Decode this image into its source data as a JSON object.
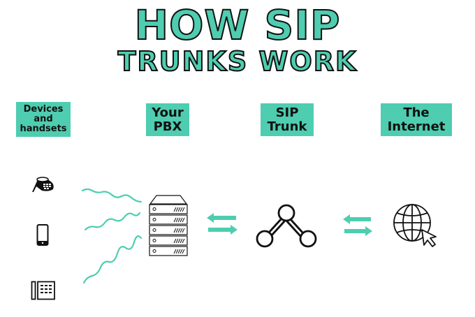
{
  "title": {
    "line1": "HOW SIP",
    "line2": "TRUNKS WORK"
  },
  "labels": {
    "devices": "Devices and handsets",
    "pbx": "Your PBX",
    "sip_trunk": "SIP Trunk",
    "internet": "The Internet"
  },
  "icons": {
    "conference_phone": "conference-phone-icon",
    "smartphone": "smartphone-icon",
    "desk_phone": "desk-phone-icon",
    "server_rack": "server-rack-icon",
    "sip_trunk": "node-network-icon",
    "globe": "globe-cursor-icon"
  },
  "colors": {
    "accent": "#4ecdb0",
    "text": "#111111",
    "background": "#ffffff"
  }
}
